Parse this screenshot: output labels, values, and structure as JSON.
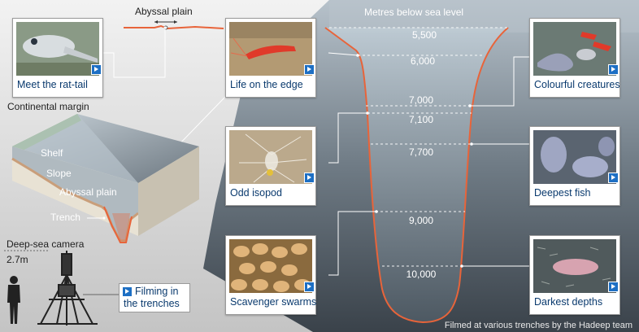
{
  "labels": {
    "abyssal_plain_top": "Abyssal plain",
    "metres_below": "Metres below sea level",
    "continental_margin": "Continental margin",
    "shelf": "Shelf",
    "slope": "Slope",
    "abyssal_plain_block": "Abyssal plain",
    "trench": "Trench",
    "deep_sea_camera": "Deep-sea camera",
    "camera_height": "2.7m",
    "credit": "Filmed at various trenches by the Hadeep team"
  },
  "depths": [
    "5,500",
    "6,000",
    "7,000",
    "7,100",
    "7,700",
    "9,000",
    "10,000"
  ],
  "cards": {
    "rat_tail": "Meet the rat-tail",
    "edge": "Life on the edge",
    "colourful": "Colourful creatures",
    "isopod": "Odd isopod",
    "deepest_fish": "Deepest fish",
    "scavenger": "Scavenger swarms",
    "darkest": "Darkest depths"
  },
  "filming": {
    "line1": "Filming in",
    "line2": "the trenches"
  },
  "colors": {
    "trench_outline": "#e8643a",
    "caption": "#0a3a6e",
    "play": "#1d6fc4"
  }
}
